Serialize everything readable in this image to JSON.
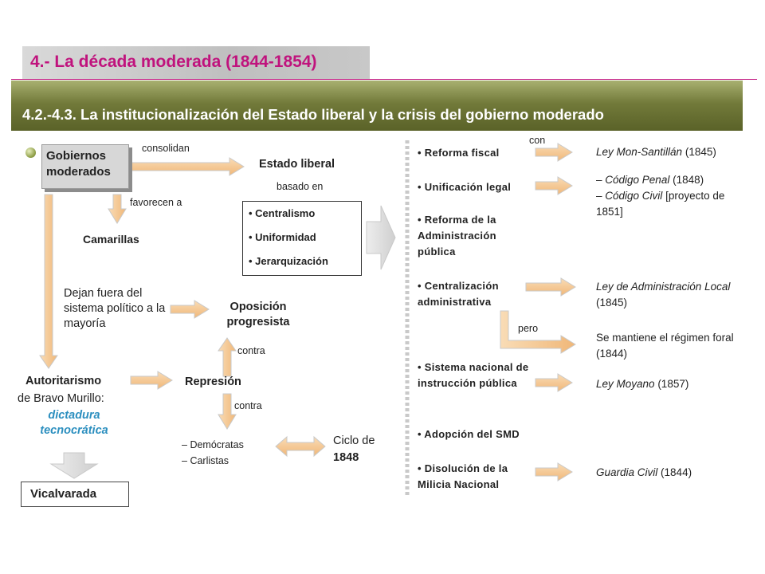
{
  "header": {
    "title": "4.- La década moderada (1844-1854)",
    "subtitle": "4.2.-4.3. La institucionalización del Estado liberal y la crisis del gobierno moderado"
  },
  "left": {
    "gobiernos": "Gobiernos moderados",
    "consolidan": "consolidan",
    "estado_liberal": "Estado liberal",
    "basado_en": "basado en",
    "principles": [
      "Centralismo",
      "Uniformidad",
      "Jerarquización"
    ],
    "favorecen": "favorecen a",
    "camarillas": "Camarillas",
    "dejan_fuera": "Dejan fuera del sistema político a la mayoría",
    "oposicion": "Oposición progresista",
    "contra_1": "contra",
    "autoritarismo": "Autoritarismo",
    "de_bravo": "de Bravo Murillo:",
    "dictadura": "dictadura tecnocrática",
    "represion": "Represión",
    "contra_2": "contra",
    "opponents": [
      "Demócratas",
      "Carlistas"
    ],
    "ciclo": "Ciclo de",
    "ciclo_year": "1848",
    "vicalvarada": "Vicalvarada"
  },
  "reforms": {
    "items": [
      "Reforma fiscal",
      "Unificación legal",
      "Reforma de la Administración pública",
      "Centralización administrativa",
      "Sistema nacional de instrucción pública",
      "Adopción del SMD",
      "Disolución de la Milicia Nacional"
    ],
    "con": "con",
    "pero": "pero",
    "ley_mon": "Ley Mon-Santillán",
    "ley_mon_year": "(1845)",
    "codigo_penal": "Código Penal",
    "codigo_penal_year": "(1848)",
    "codigo_civil": "Código Civil",
    "codigo_civil_note": "[proyecto de 1851]",
    "ley_admin": "Ley de Administración Local",
    "ley_admin_year": "(1845)",
    "foral": "Se mantiene el régimen foral (1844)",
    "ley_moyano": "Ley Moyano",
    "ley_moyano_year": "(1857)",
    "guardia": "Guardia Civil",
    "guardia_year": "(1844)"
  },
  "colors": {
    "title": "#c0137d",
    "subtitle_bar": "#727a3a",
    "arrow": "#f6c893",
    "bracket": "#c9c9c9",
    "dictadura": "#2c8fbf"
  }
}
